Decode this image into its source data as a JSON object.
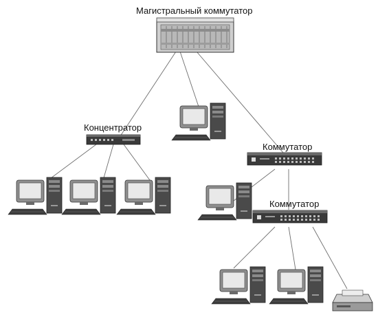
{
  "labels": {
    "backbone_switch": "Магистральный коммутатор",
    "hub": "Концентратор",
    "switch_1": "Коммутатор",
    "switch_2": "Коммутатор"
  },
  "colors": {
    "lines": "#6d6d6d",
    "device_dark": "#3a3a3a",
    "device_light": "#bdbdbd",
    "backbone_body": "#d0d0d0"
  },
  "icons": [
    "computer-icon",
    "switch-icon",
    "hub-icon",
    "printer-icon"
  ]
}
